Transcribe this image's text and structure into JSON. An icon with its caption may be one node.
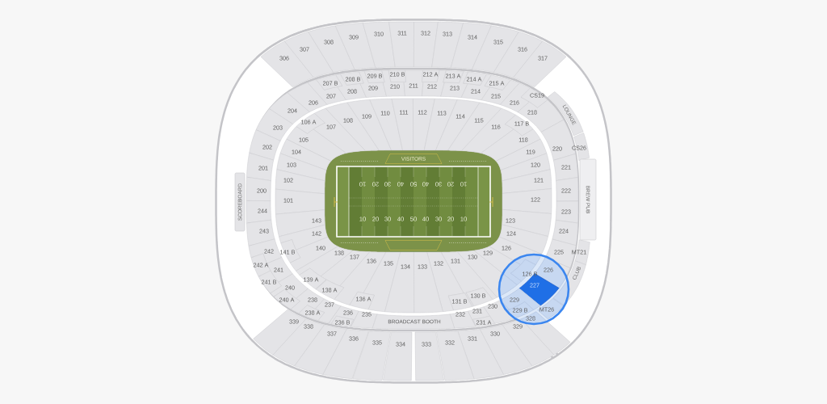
{
  "diagram": {
    "nodes": [
      {
        "text": [
          "306"
        ]
      },
      {
        "text": [
          "307"
        ]
      },
      {
        "text": [
          "308"
        ]
      },
      {
        "text": [
          "309"
        ]
      },
      {
        "text": [
          "310"
        ]
      },
      {
        "text": [
          "311"
        ]
      },
      {
        "text": [
          "312"
        ]
      },
      {
        "text": [
          "313"
        ]
      },
      {
        "text": [
          "314"
        ]
      },
      {
        "text": [
          "315"
        ]
      },
      {
        "text": [
          "316"
        ]
      },
      {
        "text": [
          "317"
        ]
      },
      {
        "text": [
          "207 B"
        ]
      },
      {
        "text": [
          "208 B"
        ]
      },
      {
        "text": [
          "209 B"
        ]
      },
      {
        "text": [
          "210 B"
        ]
      },
      {
        "text": [
          "212 A"
        ]
      },
      {
        "text": [
          "213 A"
        ]
      },
      {
        "text": [
          "214 A"
        ]
      },
      {
        "text": [
          "215 A"
        ]
      },
      {
        "text": [
          "206"
        ]
      },
      {
        "text": [
          "207"
        ]
      },
      {
        "text": [
          "208"
        ]
      },
      {
        "text": [
          "209"
        ]
      },
      {
        "text": [
          "210"
        ]
      },
      {
        "text": [
          "211"
        ]
      },
      {
        "text": [
          "212"
        ]
      },
      {
        "text": [
          "213"
        ]
      },
      {
        "text": [
          "214"
        ]
      },
      {
        "text": [
          "215"
        ]
      },
      {
        "text": [
          "216"
        ]
      },
      {
        "text": [
          "CS19"
        ]
      },
      {
        "text": [
          "204"
        ]
      },
      {
        "text": [
          "218"
        ]
      },
      {
        "text": [
          "106 A"
        ]
      },
      {
        "text": [
          "107"
        ]
      },
      {
        "text": [
          "108"
        ]
      },
      {
        "text": [
          "109"
        ]
      },
      {
        "text": [
          "110"
        ]
      },
      {
        "text": [
          "111"
        ]
      },
      {
        "text": [
          "112"
        ]
      },
      {
        "text": [
          "113"
        ]
      },
      {
        "text": [
          "114"
        ]
      },
      {
        "text": [
          "115"
        ]
      },
      {
        "text": [
          "116"
        ]
      },
      {
        "text": [
          "117 B"
        ]
      },
      {
        "text": [
          "203"
        ]
      },
      {
        "text": [
          "105"
        ]
      },
      {
        "text": [
          "118"
        ]
      },
      {
        "text": [
          "220"
        ]
      },
      {
        "text": [
          "CS26"
        ]
      },
      {
        "text": [
          "202"
        ]
      },
      {
        "text": [
          "104"
        ]
      },
      {
        "text": [
          "119"
        ]
      },
      {
        "text": [
          "103"
        ]
      },
      {
        "text": [
          "120"
        ]
      },
      {
        "text": [
          "201"
        ]
      },
      {
        "text": [
          "221"
        ]
      },
      {
        "text": [
          "102"
        ]
      },
      {
        "text": [
          "121"
        ]
      },
      {
        "text": [
          "200"
        ]
      },
      {
        "text": [
          "222"
        ]
      },
      {
        "text": [
          "101"
        ]
      },
      {
        "text": [
          "122"
        ]
      },
      {
        "text": [
          "244"
        ]
      },
      {
        "text": [
          "223"
        ]
      },
      {
        "text": [
          "143"
        ]
      },
      {
        "text": [
          "123"
        ]
      },
      {
        "text": [
          "243"
        ]
      },
      {
        "text": [
          "224"
        ]
      },
      {
        "text": [
          "142"
        ]
      },
      {
        "text": [
          "124"
        ]
      },
      {
        "text": [
          "140"
        ]
      },
      {
        "text": [
          "126"
        ]
      },
      {
        "text": [
          "138"
        ]
      },
      {
        "text": [
          "129"
        ]
      },
      {
        "text": [
          "137"
        ]
      },
      {
        "text": [
          "130"
        ]
      },
      {
        "text": [
          "136"
        ]
      },
      {
        "text": [
          "131"
        ]
      },
      {
        "text": [
          "135"
        ]
      },
      {
        "text": [
          "132"
        ]
      },
      {
        "text": [
          "134"
        ]
      },
      {
        "text": [
          "133"
        ]
      },
      {
        "text": [
          "242"
        ]
      },
      {
        "text": [
          "141 B"
        ]
      },
      {
        "text": [
          "225"
        ]
      },
      {
        "text": [
          "MT21"
        ]
      },
      {
        "text": [
          "242 A"
        ]
      },
      {
        "text": [
          "241"
        ]
      },
      {
        "text": [
          "226"
        ]
      },
      {
        "text": [
          "126 B"
        ]
      },
      {
        "text": [
          "139 A"
        ]
      },
      {
        "text": [
          "241 B"
        ]
      },
      {
        "text": [
          "227"
        ]
      },
      {
        "text": [
          "240"
        ]
      },
      {
        "text": [
          "138 A"
        ]
      },
      {
        "text": [
          "136 A"
        ]
      },
      {
        "text": [
          "131 B"
        ]
      },
      {
        "text": [
          "130 B"
        ]
      },
      {
        "text": [
          "240 A"
        ]
      },
      {
        "text": [
          "238"
        ]
      },
      {
        "text": [
          "229"
        ]
      },
      {
        "text": [
          "237"
        ]
      },
      {
        "text": [
          "230"
        ]
      },
      {
        "text": [
          "236"
        ]
      },
      {
        "text": [
          "231"
        ]
      },
      {
        "text": [
          "235"
        ]
      },
      {
        "text": [
          "232"
        ]
      },
      {
        "text": [
          "MT26"
        ]
      },
      {
        "text": [
          "238 A"
        ]
      },
      {
        "text": [
          "229 B"
        ]
      },
      {
        "text": [
          "236 B"
        ]
      },
      {
        "text": [
          "BROADCAST BOOTH"
        ]
      },
      {
        "text": [
          "231 A"
        ]
      },
      {
        "text": [
          "339"
        ]
      },
      {
        "text": [
          "328"
        ]
      },
      {
        "text": [
          "338"
        ]
      },
      {
        "text": [
          "329"
        ]
      },
      {
        "text": [
          "337"
        ]
      },
      {
        "text": [
          "330"
        ]
      },
      {
        "text": [
          "336"
        ]
      },
      {
        "text": [
          "331"
        ]
      },
      {
        "text": [
          "335"
        ]
      },
      {
        "text": [
          "332"
        ]
      },
      {
        "text": [
          "334"
        ]
      },
      {
        "text": [
          "333"
        ]
      },
      {
        "text": [
          "SCOREBOARD"
        ]
      },
      {
        "text": [
          "BREW PUB"
        ]
      },
      {
        "text": [
          "VISITORS"
        ]
      },
      {
        "text": [],
        "shape": "box"
      },
      {
        "text": [
          "LOUNGE"
        ]
      },
      {
        "text": [
          "CLUB"
        ]
      }
    ],
    "labels": [
      "10",
      "20",
      "30",
      "40",
      "50",
      "40",
      "30",
      "20",
      "10",
      "10",
      "20",
      "30",
      "40",
      "50",
      "40",
      "30",
      "20",
      "10"
    ]
  }
}
